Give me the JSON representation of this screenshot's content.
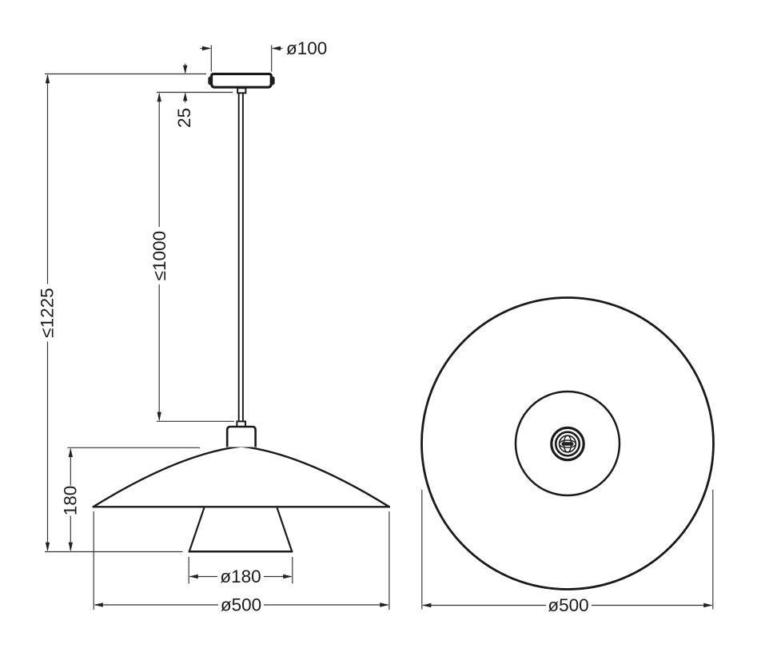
{
  "drawing": {
    "title": "pendant-lamp-dimension-drawing",
    "background_color": "#ffffff",
    "line_color": "#1a1a1a",
    "views": [
      "side-elevation",
      "bottom-view"
    ]
  },
  "labels": {
    "canopy_diameter": "ø100",
    "canopy_offset": "25",
    "suspension_max": "≤1000",
    "overall_max": "≤1225",
    "shade_height": "180",
    "inner_cone_diameter": "ø180",
    "shade_diameter_side": "ø500",
    "shade_diameter_bottom": "ø500"
  }
}
